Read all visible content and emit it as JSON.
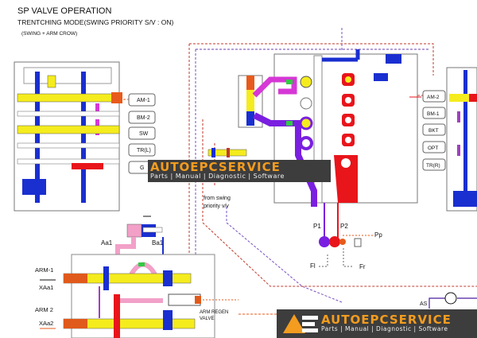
{
  "header": {
    "title": "SP VALVE OPERATION",
    "subtitle": "TRENTCHING MODE(SWING PRIORITY S/V : ON)",
    "mode_note": "(SWING + ARM CROW)"
  },
  "left_valve": {
    "labels": [
      "AM-1",
      "BM-2",
      "SW",
      "TR(L)",
      "G"
    ]
  },
  "right_valve": {
    "labels": [
      "AM-2",
      "BM-1",
      "BKT",
      "OPT",
      "TR(R)"
    ]
  },
  "center": {
    "note_line1": "from swing",
    "note_line2": "priority v/v",
    "p1": "P1",
    "p2": "P2",
    "pp": "Pp",
    "fl": "Fl",
    "fr": "Fr"
  },
  "arm_valve": {
    "aa1": "Aa1",
    "ba1": "Ba1",
    "arm1": "ARM-1",
    "xaa1": "XAa1",
    "arm2": "ARM 2",
    "xaa2": "XAa2",
    "regen_line1": "ARM REGEN",
    "regen_line2": "VALVE"
  },
  "swing": {
    "as": "AS"
  },
  "watermark": {
    "brand": "AUTOEPCSERVICE",
    "tagline": "Parts | Manual | Diagnostic | Software",
    "logo_letters": "AE"
  },
  "colors": {
    "yellow_spool": "#f5ec1e",
    "blue_tank": "#1a2fd0",
    "red_pressure": "#e8151b",
    "purple_pressure": "#7a1fe0",
    "magenta_pilot": "#d637d6",
    "pink_line": "#f2a0c8",
    "orange_brand": "#f39c1f",
    "watermark_bg": "#3d3d3d"
  }
}
